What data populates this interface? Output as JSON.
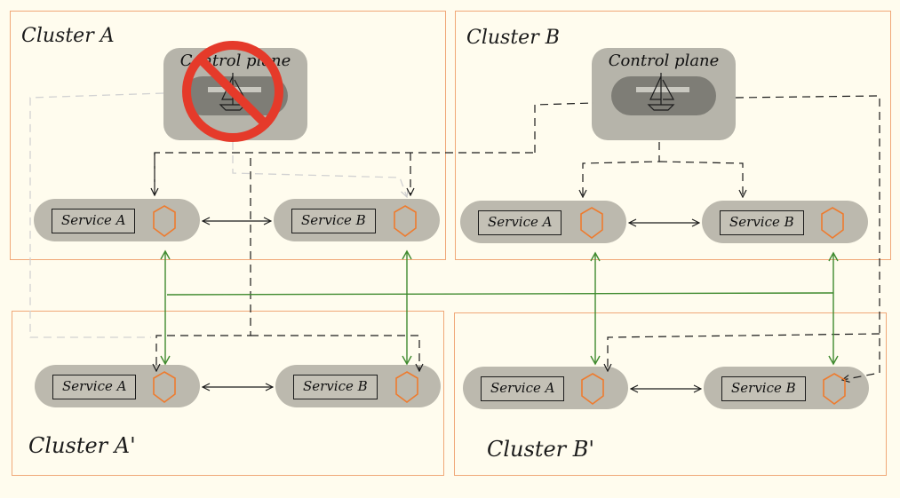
{
  "clusters": {
    "a": {
      "label": "Cluster A"
    },
    "b": {
      "label": "Cluster B"
    },
    "a_prime": {
      "label": "Cluster A'"
    },
    "b_prime": {
      "label": "Cluster B'"
    }
  },
  "control_plane": {
    "label": "Control plane"
  },
  "services": {
    "service_a": "Service A",
    "service_b": "Service B"
  },
  "colors": {
    "cluster_border": "#f0a878",
    "sidecar": "#ee7b2e",
    "cross_cluster_link": "#3f8a2e",
    "prohibition": "#e53a2a",
    "pill": "#bcb9ae",
    "background": "#fffcee"
  },
  "icons": [
    "istio-sail-icon",
    "sidecar-proxy-icon",
    "prohibited-icon"
  ]
}
